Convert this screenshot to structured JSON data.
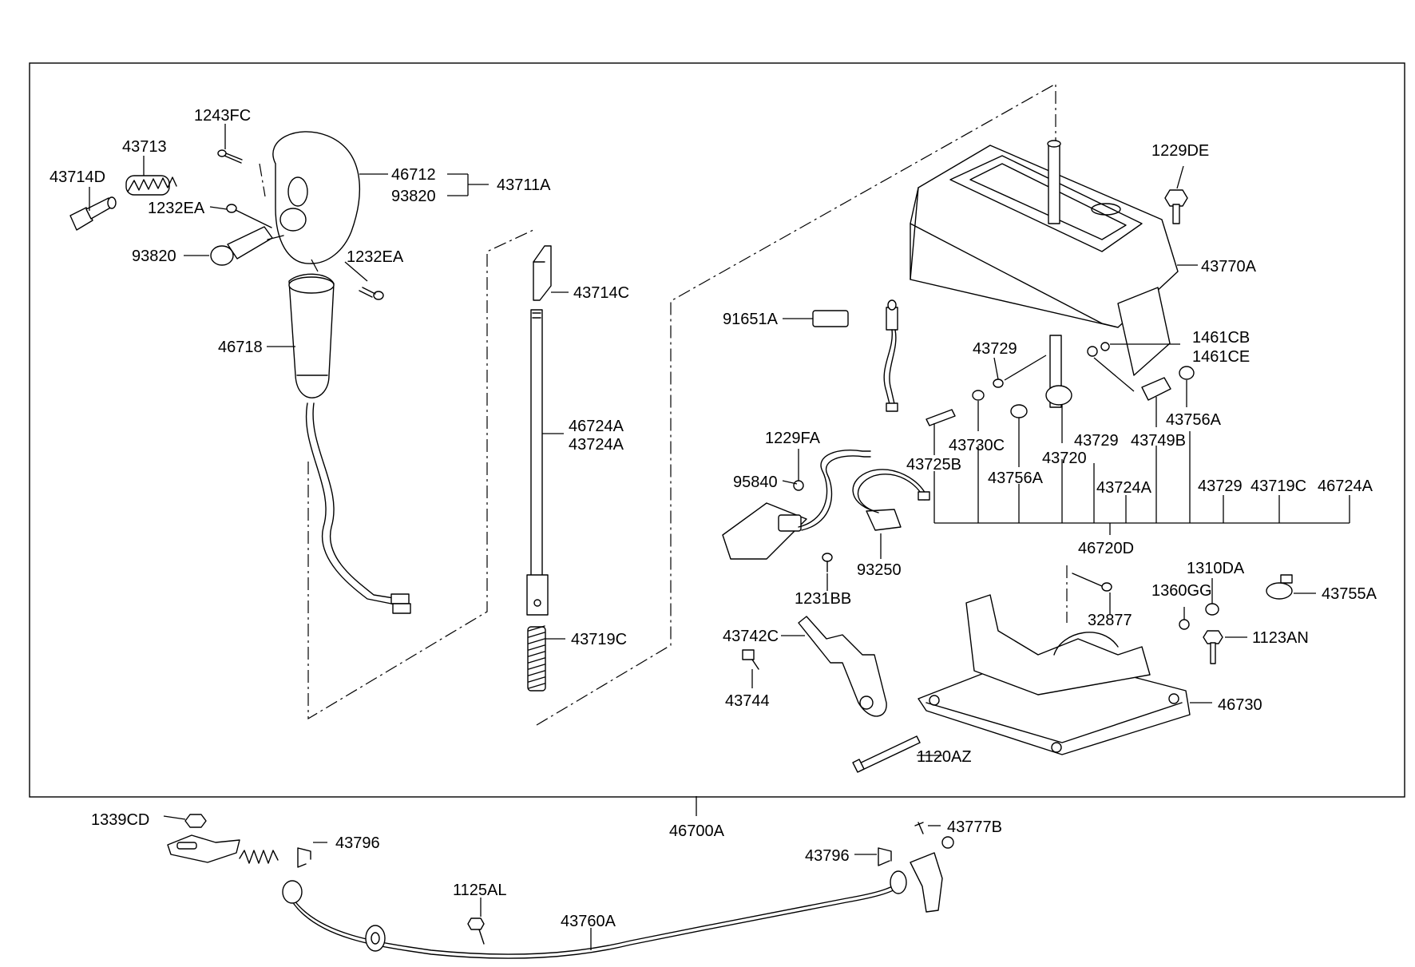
{
  "diagram": {
    "labels": {
      "p1243FC": "1243FC",
      "p43713": "43713",
      "p43714D": "43714D",
      "p46712": "46712",
      "p93820a": "93820",
      "p43711A": "43711A",
      "p1232EA_a": "1232EA",
      "p93820b": "93820",
      "p1232EA_b": "1232EA",
      "p46718": "46718",
      "p43714C": "43714C",
      "p46724A_a": "46724A",
      "p43724A_a": "43724A",
      "p43719C_a": "43719C",
      "p91651A": "91651A",
      "p1229DE": "1229DE",
      "p43770A": "43770A",
      "p43729_a": "43729",
      "p1461CB": "1461CB",
      "p1461CE": "1461CE",
      "p43756A_a": "43756A",
      "p43730C": "43730C",
      "p43729_b": "43729",
      "p43749B": "43749B",
      "p43720": "43720",
      "p43725B": "43725B",
      "p43756A_b": "43756A",
      "p1229FA": "1229FA",
      "p95840": "95840",
      "p43724A_b": "43724A",
      "p43729_c": "43729",
      "p43719C_b": "43719C",
      "p46724A_b": "46724A",
      "p46720D": "46720D",
      "p93250": "93250",
      "p1231BB": "1231BB",
      "p1310DA": "1310DA",
      "p1360GG": "1360GG",
      "p43755A": "43755A",
      "p32877": "32877",
      "p1123AN": "1123AN",
      "p43742C": "43742C",
      "p43744": "43744",
      "p46730": "46730",
      "p1120AZ": "1120AZ",
      "p1339CD": "1339CD",
      "p43796_a": "43796",
      "p46700A": "46700A",
      "p43777B": "43777B",
      "p43796_b": "43796",
      "p1125AL": "1125AL",
      "p43760A": "43760A"
    }
  }
}
